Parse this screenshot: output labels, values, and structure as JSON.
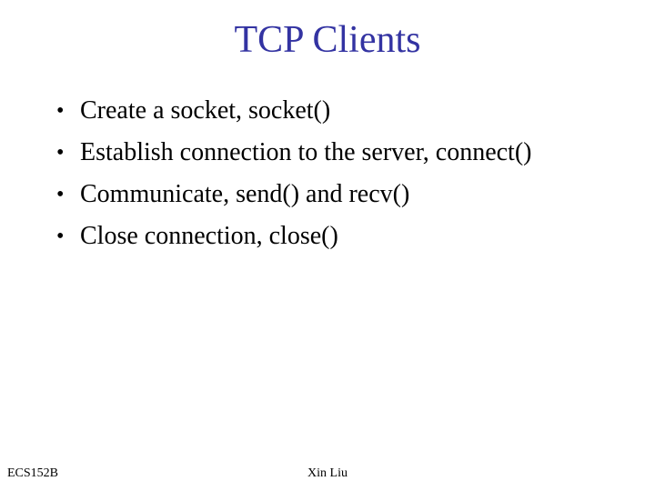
{
  "slide": {
    "title": "TCP Clients",
    "bullet_char": "•",
    "bullets": [
      "Create a socket, socket()",
      "Establish connection to the server, connect()",
      "Communicate, send() and recv()",
      "Close connection, close()"
    ],
    "footer": {
      "course": "ECS152B",
      "author": "Xin Liu"
    },
    "colors": {
      "title_text": "#3333a2",
      "body_text": "#000000",
      "background": "#ffffff"
    }
  }
}
